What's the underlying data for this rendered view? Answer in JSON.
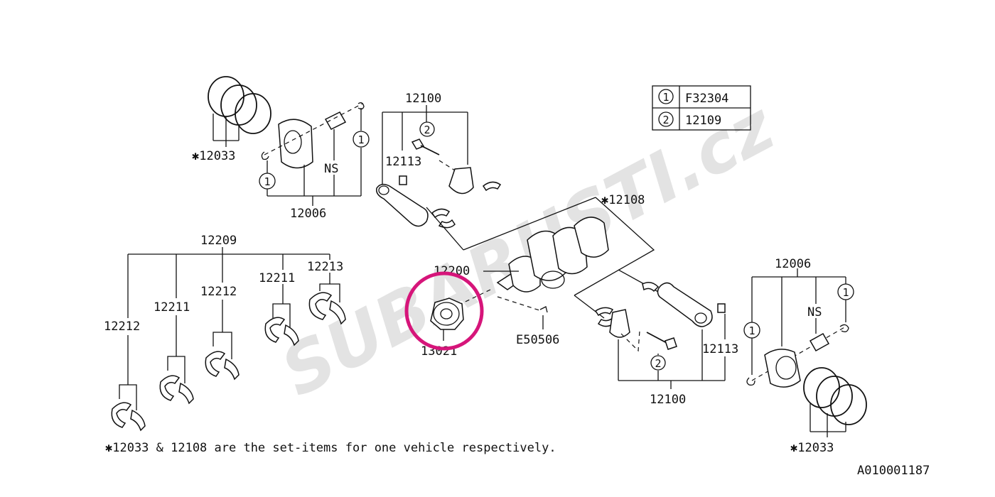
{
  "watermark": "SUBARUSTI.cz",
  "legend": [
    {
      "marker": "1",
      "part": "F32304"
    },
    {
      "marker": "2",
      "part": "12109"
    }
  ],
  "labels": {
    "piston_rings_left": "✱12033",
    "piston_left": "12006",
    "ns_left": "NS",
    "conrod_top": "12100",
    "conrod_bolt_top": "12113",
    "crank_set": "✱12108",
    "crankshaft": "12200",
    "sprocket": "13021",
    "key": "E50506",
    "bearing_set": "12209",
    "bearing_a1": "12212",
    "bearing_b1": "12211",
    "bearing_a2": "12212",
    "bearing_b2": "12211",
    "bearing_c": "12213",
    "piston_right": "12006",
    "ns_right": "NS",
    "conrod_bottom": "12100",
    "conrod_bolt_bottom": "12113",
    "piston_rings_right": "✱12033"
  },
  "markers": {
    "m1": "1",
    "m2": "2"
  },
  "footnote": "✱12033 & 12108 are the set-items for one vehicle respectively.",
  "drawing_id": "A010001187",
  "highlight_color": "#d6157a",
  "watermark_color": "#e3e3e3"
}
